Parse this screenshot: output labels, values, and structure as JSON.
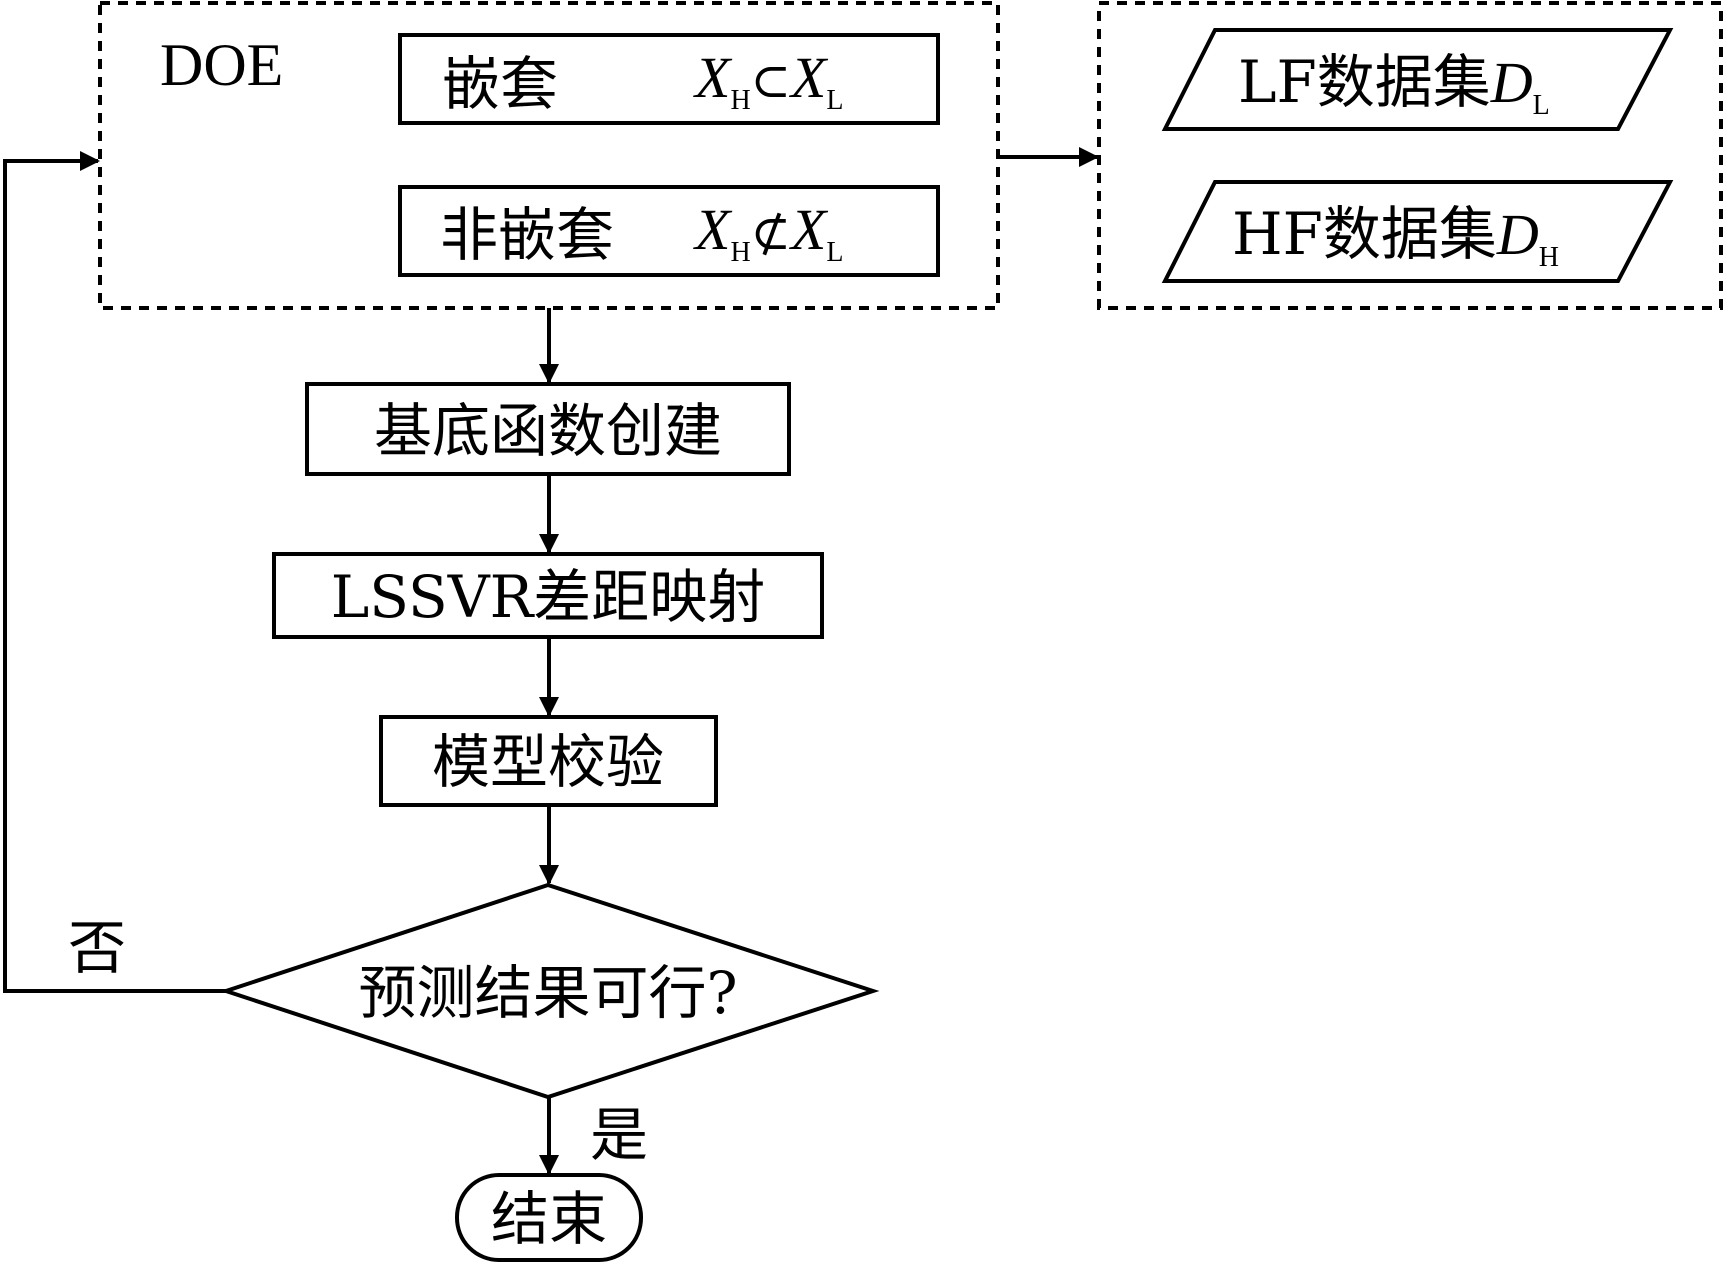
{
  "doe_group": {
    "title": "DOE",
    "nested": {
      "label": "嵌套",
      "math_a": "X",
      "sub_a": "H",
      "relation": "⊂",
      "math_b": "X",
      "sub_b": "L"
    },
    "non_nested": {
      "label": "非嵌套",
      "math_a": "X",
      "sub_a": "H",
      "relation": "⊄",
      "math_b": "X",
      "sub_b": "L"
    }
  },
  "data_group": {
    "lf": {
      "prefix": "LF数据集",
      "var": "D",
      "sub": "L"
    },
    "hf": {
      "prefix": "HF数据集",
      "var": "D",
      "sub": "H"
    }
  },
  "flow": {
    "basis": "基底函数创建",
    "lssvr": "LSSVR差距映射",
    "validate": "模型校验",
    "decision": "预测结果可行?",
    "no_label": "否",
    "yes_label": "是",
    "end": "结束"
  },
  "colors": {
    "stroke": "#000000",
    "background": "#ffffff"
  }
}
